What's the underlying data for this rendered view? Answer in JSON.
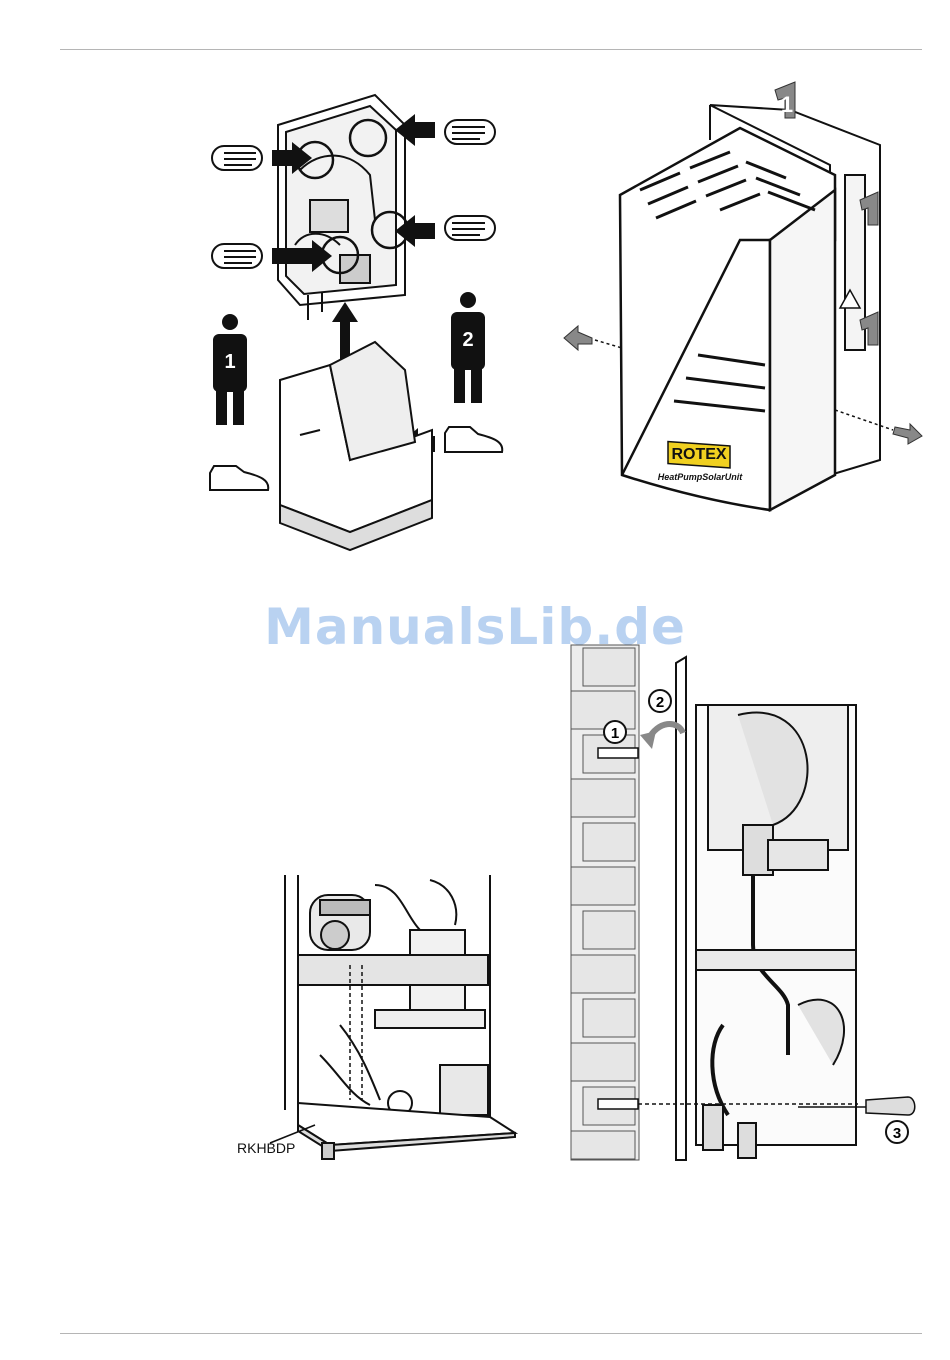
{
  "watermark": "ManualsLib.de",
  "figure_carry": {
    "person_labels": [
      "1",
      "2"
    ]
  },
  "figure_unit": {
    "brand": "ROTEX",
    "model": "HeatPumpSolarUnit",
    "step_label": "1"
  },
  "figure_drainpan": {
    "part_label": "RKHBDP"
  },
  "figure_wall": {
    "step_labels": [
      "1",
      "2",
      "3"
    ]
  }
}
